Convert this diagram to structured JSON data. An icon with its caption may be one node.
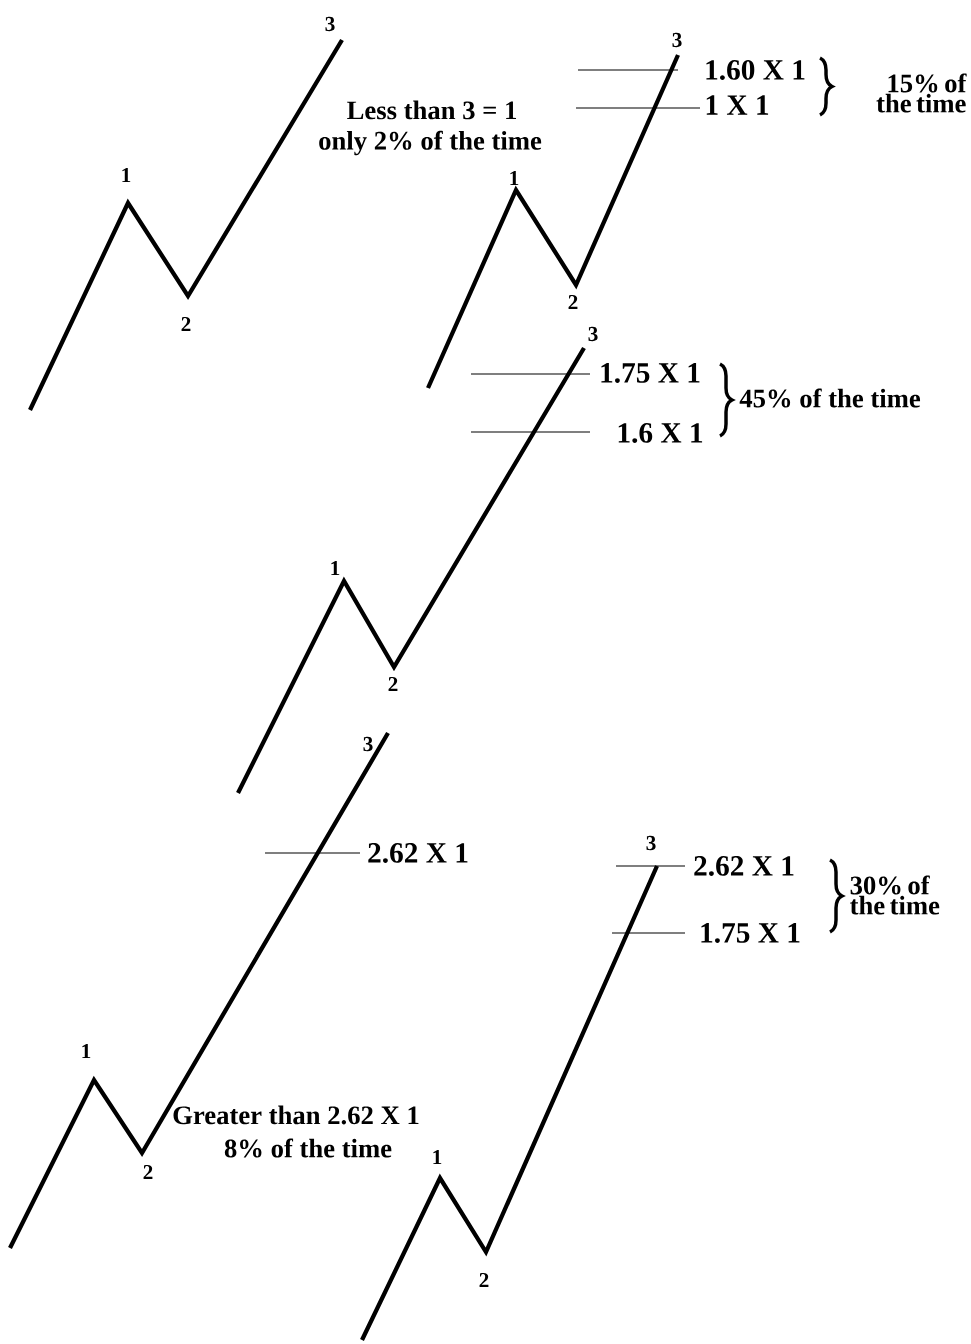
{
  "diagram": {
    "labels": [
      "3",
      "3",
      "1.60 X 1",
      "15% of the time",
      "1 X 1",
      "Less than 3 = 1",
      "only 2% of the time",
      "1",
      "1",
      "2",
      "2",
      "3",
      "1.75 X 1",
      "45% of the time",
      "1.6 X 1",
      "1",
      "2",
      "3",
      "3",
      "2.62 X 1",
      "2.62 X 1",
      "30% of the time",
      "1.75 X 1",
      "1",
      "Greater than 2.62 X 1",
      "8% of the time",
      "1",
      "2",
      "2"
    ]
  }
}
